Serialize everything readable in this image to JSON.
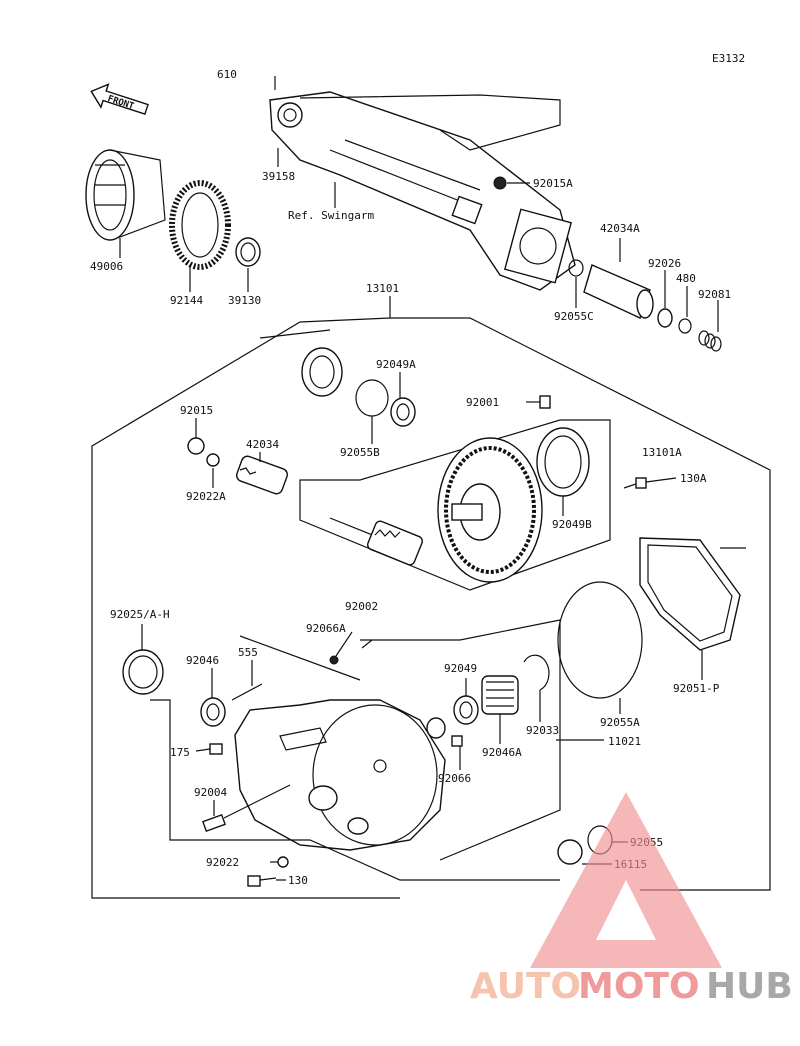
{
  "figure_code": "E3132",
  "front_label": "FRONT",
  "ref_label": "Ref. Swingarm",
  "parts": {
    "p610": "610",
    "p39158": "39158",
    "p49006": "49006",
    "p92144": "92144",
    "p39130": "39130",
    "p92015A": "92015A",
    "p42034A": "42034A",
    "p92026": "92026",
    "p480": "480",
    "p92081": "92081",
    "p92055C": "92055C",
    "p13101": "13101",
    "p92049A": "92049A",
    "p92001": "92001",
    "p92015": "92015",
    "p42034": "42034",
    "p92055B": "92055B",
    "p13101A": "13101A",
    "p130A": "130A",
    "p92022A": "92022A",
    "p92049B": "92049B",
    "p92025": "92025/A-H",
    "p92002": "92002",
    "p92066A": "92066A",
    "p92046": "92046",
    "p555": "555",
    "p92049": "92049",
    "p92046A": "92046A",
    "p92033": "92033",
    "p92055A": "92055A",
    "p92051": "92051-P",
    "p11021": "11021",
    "p175": "175",
    "p92004": "92004",
    "p92066": "92066",
    "p92022": "92022",
    "p130": "130",
    "p92055": "92055",
    "p16115": "16115"
  },
  "watermark": {
    "part1": "AUTO",
    "part2": "MOTO",
    "part3": "HUB",
    "color1": "#f5b9a0",
    "color2": "#ee8a8a",
    "color3": "#9a9a9a"
  }
}
